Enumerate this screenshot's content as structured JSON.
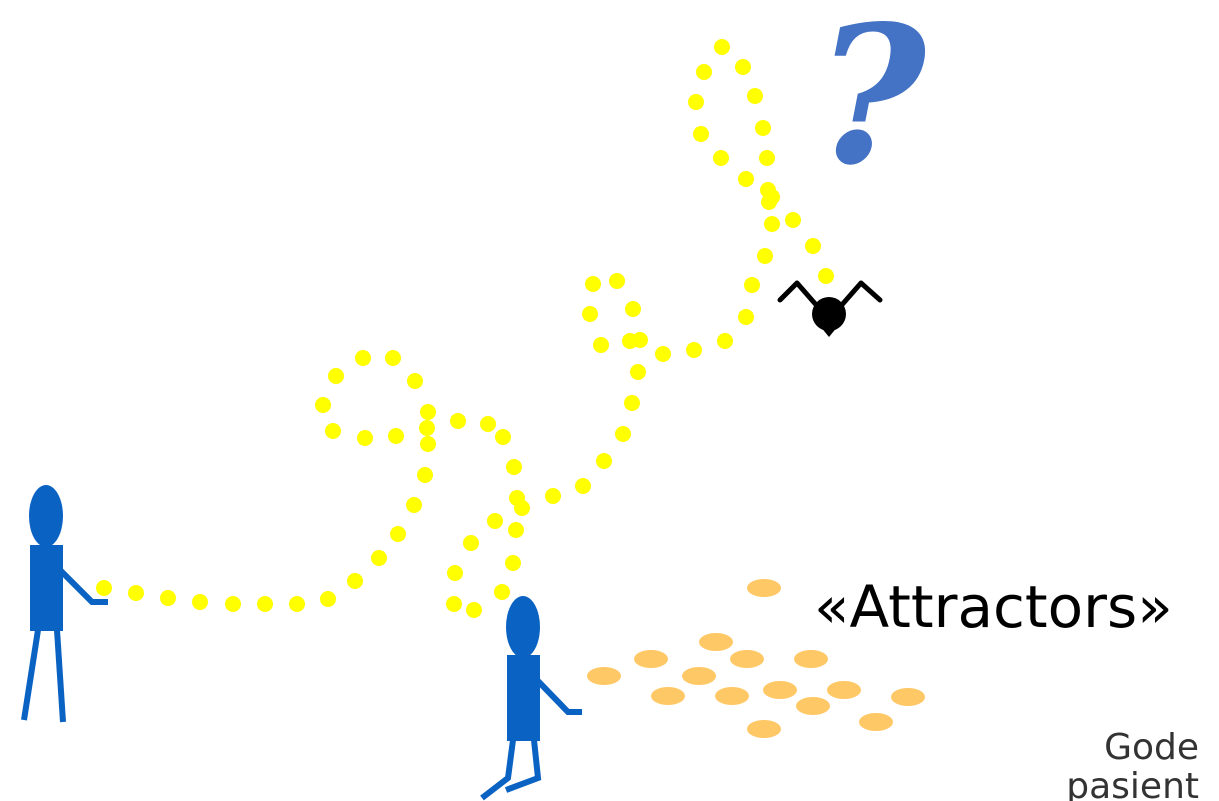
{
  "slide": {
    "question_mark": "?",
    "attractors_label": "«Attractors»",
    "logo": {
      "line1": "Gode",
      "line2": "pasient"
    }
  },
  "colors": {
    "figure": "#0a62c3",
    "path_dots": "#ffff00",
    "attractor_dots": "#ffc866",
    "question_mark": "#4472c4",
    "insect": "#000000",
    "text": "#000000",
    "logo_text": "#333333"
  },
  "icons": {
    "figures": [
      "stick-person-icon",
      "stick-person-icon"
    ],
    "insect": "insect-icon"
  }
}
